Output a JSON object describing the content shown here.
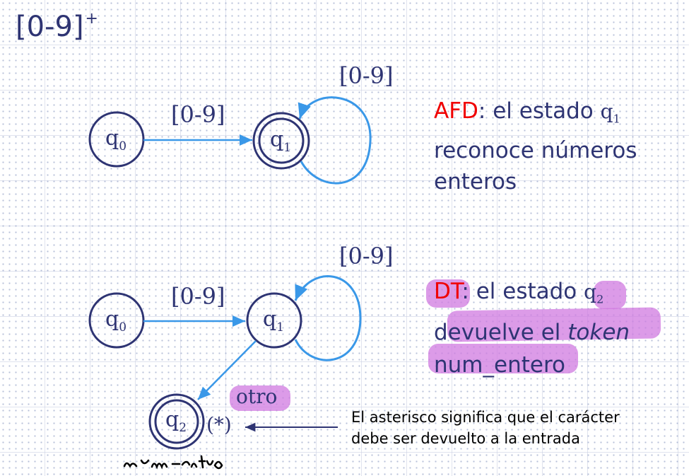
{
  "title": {
    "main": "[0-9]",
    "sup": "+"
  },
  "afd_diagram": {
    "state_q0": {
      "letter": "q",
      "sub": "0"
    },
    "state_q1": {
      "letter": "q",
      "sub": "1"
    },
    "edge_q0_q1_label": "[0-9]",
    "loop_label": "[0-9]",
    "accepting_states": [
      "q1"
    ]
  },
  "afd_description": {
    "prefix": "AFD",
    "line1_rest": ": el estado ",
    "state_letter": "q",
    "state_sub": "1",
    "line2": "reconoce números",
    "line3": "enteros"
  },
  "dt_diagram": {
    "state_q0": {
      "letter": "q",
      "sub": "0"
    },
    "state_q1": {
      "letter": "q",
      "sub": "1"
    },
    "state_q2": {
      "letter": "q",
      "sub": "2"
    },
    "edge_q0_q1_label": "[0-9]",
    "loop_label": "[0-9]",
    "edge_q1_q2_label": "otro",
    "retract_mark": "(*)",
    "accepting_states": [
      "q2"
    ]
  },
  "dt_description": {
    "prefix": "DT",
    "line1_rest": ": el estado ",
    "state_letter": "q",
    "state_sub": "2",
    "line2_plain": "devuelve el ",
    "line2_italic": "token",
    "line3": "num_entero"
  },
  "note": {
    "line1": "El asterisco significa que el carácter",
    "line2": "debe ser devuelto a la entrada"
  },
  "handwritten_annotation": "num_entro",
  "colors": {
    "state_stroke": "#2e3473",
    "edge": "#3a98e8",
    "text_dark": "#2e3473",
    "accent_red": "#f00000",
    "highlight": "#d07ae0"
  }
}
